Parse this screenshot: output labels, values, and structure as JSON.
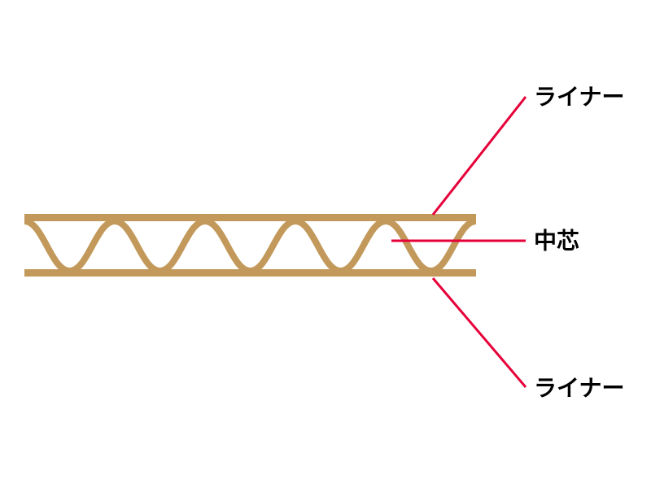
{
  "diagram": {
    "title": "corrugated-cardboard-structure",
    "labels": {
      "top_liner": "ライナー",
      "core": "中芯",
      "bottom_liner": "ライナー"
    },
    "colors": {
      "board": "#C2995B",
      "leader": "#E60039",
      "text": "#000000",
      "background": "#FFFFFF"
    }
  }
}
